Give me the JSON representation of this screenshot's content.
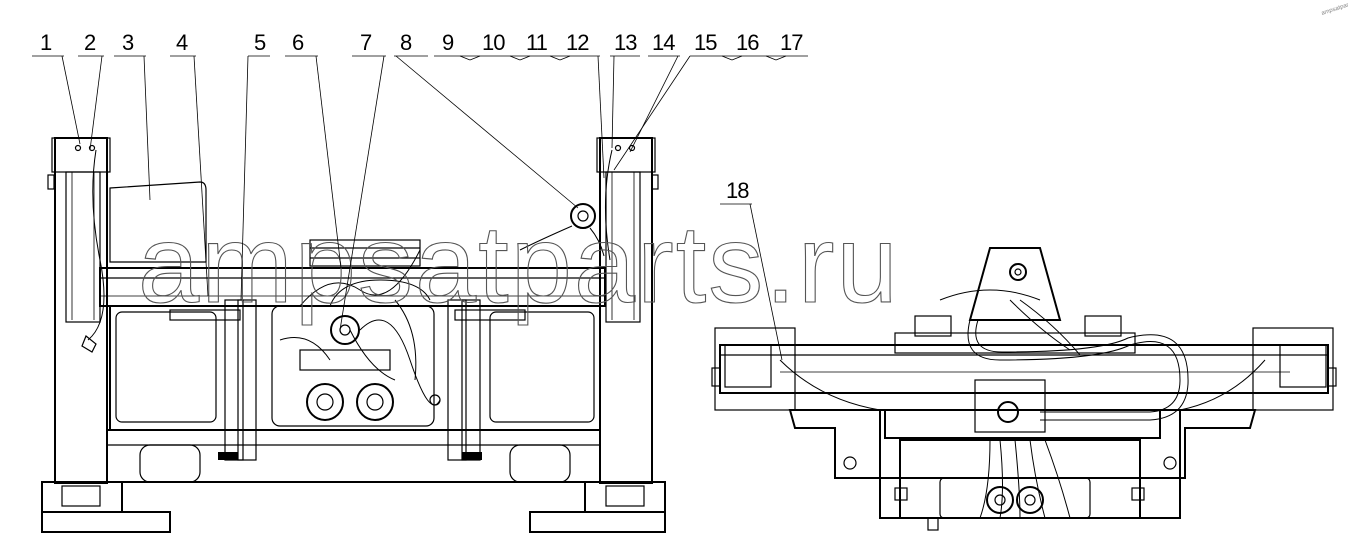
{
  "watermark": "ampsatparts.ru",
  "corner_mark": "ampsatparts.ru",
  "callouts": [
    "1",
    "2",
    "3",
    "4",
    "5",
    "6",
    "7",
    "8",
    "9",
    "10",
    "11",
    "12",
    "13",
    "14",
    "15",
    "16",
    "17",
    "18"
  ]
}
